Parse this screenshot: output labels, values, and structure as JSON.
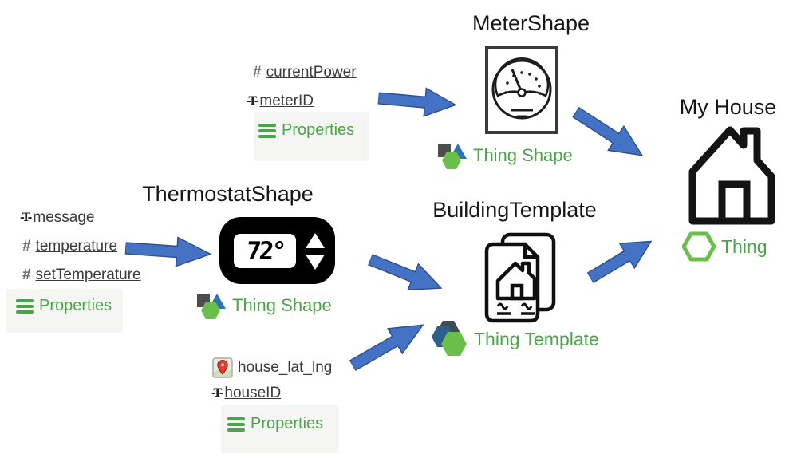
{
  "glyphs": {
    "number": "#",
    "text": "-T-"
  },
  "nodes": {
    "meter": {
      "title": "MeterShape",
      "type_label": "Thing Shape"
    },
    "thermostat": {
      "title": "ThermostatShape",
      "type_label": "Thing Shape",
      "display_value": "72°"
    },
    "building": {
      "title": "BuildingTemplate",
      "type_label": "Thing Template"
    },
    "house": {
      "title": "My House",
      "type_label": "Thing"
    }
  },
  "property_groups": {
    "meter": {
      "footer": "Properties",
      "items": [
        {
          "type": "number",
          "name": "currentPower"
        },
        {
          "type": "text",
          "name": "meterID"
        }
      ]
    },
    "thermostat": {
      "footer": "Properties",
      "items": [
        {
          "type": "text",
          "name": "message"
        },
        {
          "type": "number",
          "name": "temperature"
        },
        {
          "type": "number",
          "name": "setTemperature"
        }
      ]
    },
    "building": {
      "footer": "Properties",
      "items": [
        {
          "type": "location",
          "name": "house_lat_lng"
        },
        {
          "type": "text",
          "name": "houseID"
        }
      ]
    }
  },
  "colors": {
    "arrow_fill": "#4472c4",
    "arrow_stroke": "#2f528f",
    "green_text": "#4aa546",
    "hex_green": "#6abf4b",
    "icon_blue": "#2e74b5",
    "icon_gray": "#4d4d4d"
  }
}
